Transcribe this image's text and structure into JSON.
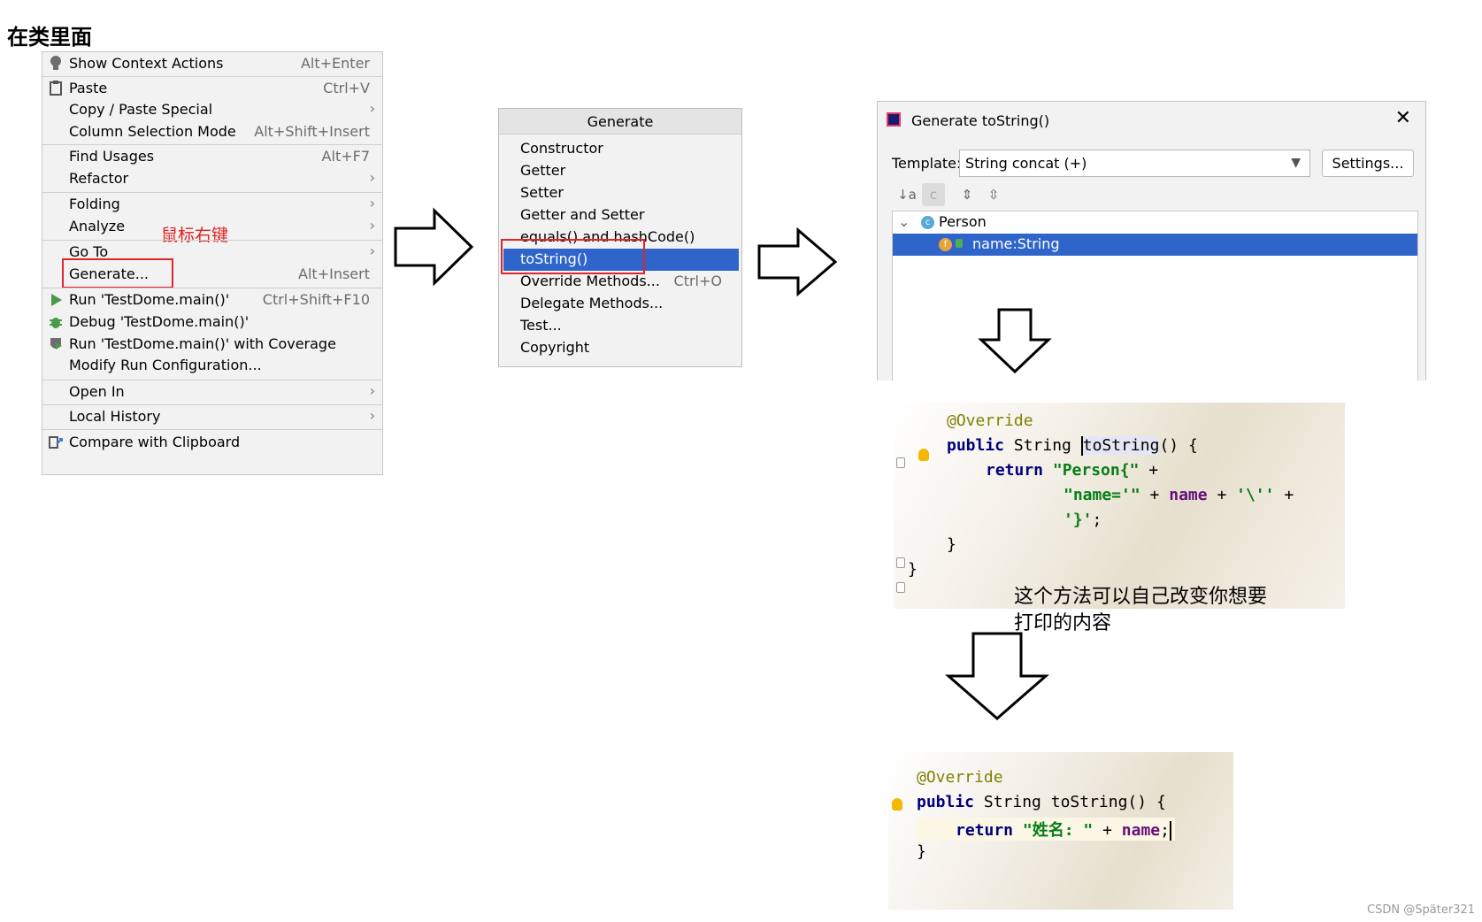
{
  "page_title": "在类里面",
  "context_menu": {
    "items": [
      {
        "label": "Show Context Actions",
        "shortcut": "Alt+Enter",
        "icon": "lightbulb-icon"
      },
      {
        "label": "Paste",
        "shortcut": "Ctrl+V",
        "icon": "paste-icon"
      },
      {
        "label": "Copy / Paste Special",
        "shortcut": "",
        "submenu": true
      },
      {
        "label": "Column Selection Mode",
        "shortcut": "Alt+Shift+Insert"
      },
      {
        "label": "Find Usages",
        "shortcut": "Alt+F7"
      },
      {
        "label": "Refactor",
        "shortcut": "",
        "submenu": true
      },
      {
        "label": "Folding",
        "shortcut": "",
        "submenu": true
      },
      {
        "label": "Analyze",
        "shortcut": "",
        "submenu": true
      },
      {
        "label": "Go To",
        "shortcut": "",
        "submenu": true
      },
      {
        "label": "Generate...",
        "shortcut": "Alt+Insert"
      },
      {
        "label": "Run 'TestDome.main()'",
        "shortcut": "Ctrl+Shift+F10",
        "icon": "run-icon"
      },
      {
        "label": "Debug 'TestDome.main()'",
        "shortcut": "",
        "icon": "debug-icon"
      },
      {
        "label": "Run 'TestDome.main()' with Coverage",
        "shortcut": "",
        "icon": "coverage-icon"
      },
      {
        "label": "Modify Run Configuration...",
        "shortcut": ""
      },
      {
        "label": "Open In",
        "shortcut": "",
        "submenu": true
      },
      {
        "label": "Local History",
        "shortcut": "",
        "submenu": true
      },
      {
        "label": "Compare with Clipboard",
        "shortcut": "",
        "icon": "compare-icon"
      }
    ],
    "note": "鼠标右键"
  },
  "generate_menu": {
    "title": "Generate",
    "items": [
      {
        "label": "Constructor",
        "shortcut": ""
      },
      {
        "label": "Getter",
        "shortcut": ""
      },
      {
        "label": "Setter",
        "shortcut": ""
      },
      {
        "label": "Getter and Setter",
        "shortcut": ""
      },
      {
        "label": "equals() and hashCode()",
        "shortcut": ""
      },
      {
        "label": "toString()",
        "shortcut": "",
        "selected": true
      },
      {
        "label": "Override Methods...",
        "shortcut": "Ctrl+O"
      },
      {
        "label": "Delegate Methods...",
        "shortcut": ""
      },
      {
        "label": "Test...",
        "shortcut": ""
      },
      {
        "label": "Copyright",
        "shortcut": ""
      }
    ]
  },
  "dialog": {
    "title": "Generate toString()",
    "close": "✕",
    "template_label": "Template:",
    "template_value": "String concat (+)",
    "settings_label": "Settings...",
    "tree": {
      "class_name": "Person",
      "field": "name:String"
    }
  },
  "code_before": {
    "annotation": "@Override",
    "kw_public": "public",
    "type_string": "String",
    "method": "toString",
    "sig_tail": "() {",
    "kw_return": "return",
    "str1": "\"Person{\"",
    "plus": "+",
    "str2": "\"name='\"",
    "field": "name",
    "str3": "'\\''",
    "str4": "'}'",
    "semi": ";",
    "close_method": "}",
    "close_class": "}"
  },
  "note_cn": [
    "这个方法可以自己改变你想要",
    "打印的内容"
  ],
  "code_after": {
    "annotation": "@Override",
    "kw_public": "public",
    "sig_rest": "String toString() {",
    "kw_return": "return",
    "str": "\"姓名: \"",
    "plus": "+",
    "field": "name",
    "semi": ";",
    "close": "}"
  },
  "watermark": "CSDN @Später321",
  "colors": {
    "selection": "#2f65ca",
    "highlight_box": "#e0252b",
    "note": "#e02020",
    "keyword": "#000080",
    "string": "#067d17",
    "field": "#660e7a",
    "annotation": "#808000"
  }
}
